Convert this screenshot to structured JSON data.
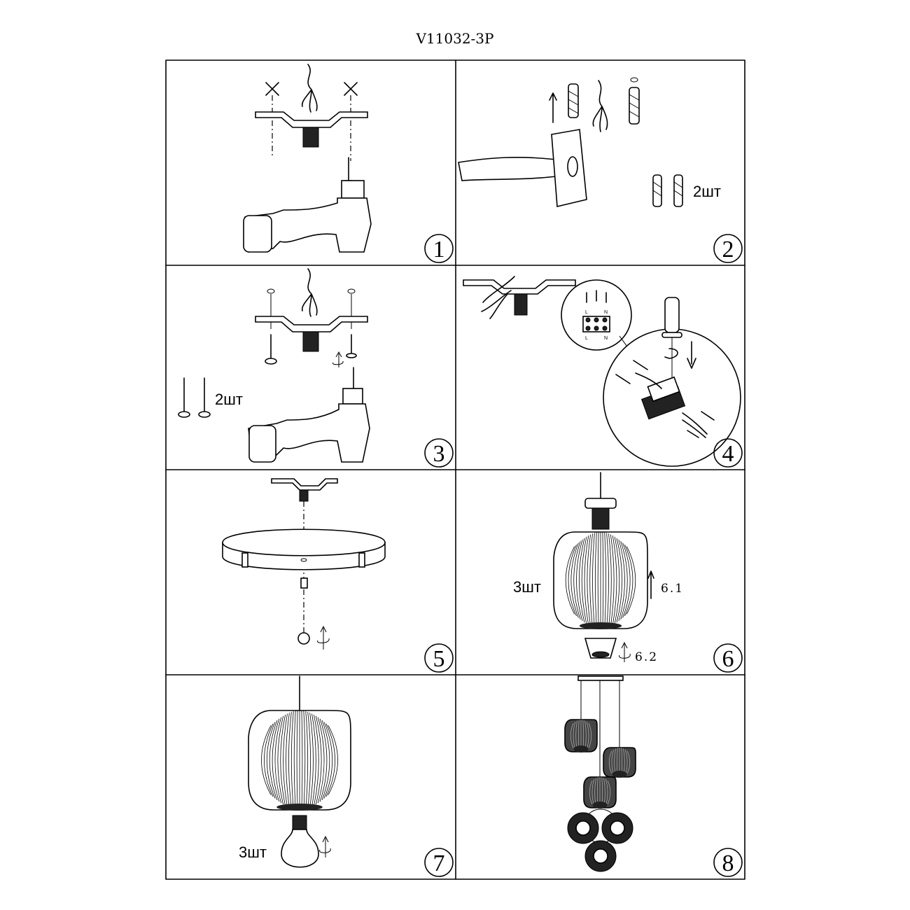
{
  "title": "V11032-3P",
  "steps": [
    {
      "number": "1"
    },
    {
      "number": "2",
      "quantity": "2шт"
    },
    {
      "number": "3",
      "quantity": "2шт"
    },
    {
      "number": "4",
      "terminal_top": [
        "L",
        "N"
      ],
      "terminal_bottom": [
        "L",
        "N"
      ]
    },
    {
      "number": "5"
    },
    {
      "number": "6",
      "quantity": "3шт",
      "substep_a": "6.1",
      "substep_b": "6.2"
    },
    {
      "number": "7",
      "quantity": "3шт"
    },
    {
      "number": "8"
    }
  ]
}
